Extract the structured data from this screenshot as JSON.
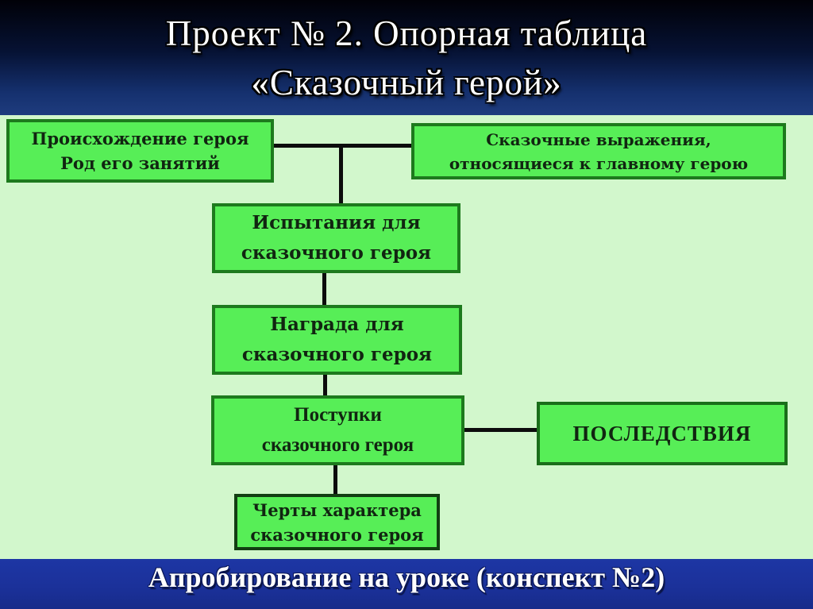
{
  "title": {
    "line1": "Проект № 2. Опорная таблица",
    "line2": "«Сказочный герой»"
  },
  "footer": {
    "text": "Апробирование на уроке (конспект №2)"
  },
  "diagram": {
    "boxes": [
      {
        "name": "origin",
        "lines": [
          "Происхождение героя",
          "Род его занятий"
        ]
      },
      {
        "name": "expressions",
        "lines": [
          "Сказочные выражения,",
          "относящиеся к главному герою"
        ]
      },
      {
        "name": "trials",
        "lines": [
          "Испытания для",
          "сказочного героя"
        ]
      },
      {
        "name": "reward",
        "lines": [
          "Награда для",
          "сказочного героя"
        ]
      },
      {
        "name": "deeds",
        "lines": [
          "Поступки",
          "сказочного героя"
        ]
      },
      {
        "name": "consequences",
        "lines": [
          "ПОСЛЕДСТВИЯ"
        ]
      },
      {
        "name": "traits",
        "lines": [
          "Черты характера",
          "сказочного героя"
        ]
      }
    ],
    "connections": [
      "origin - expressions",
      "origin/expressions junction - trials",
      "trials - reward",
      "reward - deeds",
      "deeds - consequences",
      "deeds - traits"
    ],
    "colors": {
      "box_fill": "#57ee57",
      "box_border": "#1d7a1d",
      "box_text": "#112511",
      "canvas_background": "#d2f7cc",
      "connector": "#0c0c0c",
      "title_bg_top": "#010108",
      "title_bg_bottom": "#1e3c7e",
      "title_text": "#ffffff",
      "footer_bg": "#1b319a",
      "footer_text": "#ffffff"
    }
  }
}
